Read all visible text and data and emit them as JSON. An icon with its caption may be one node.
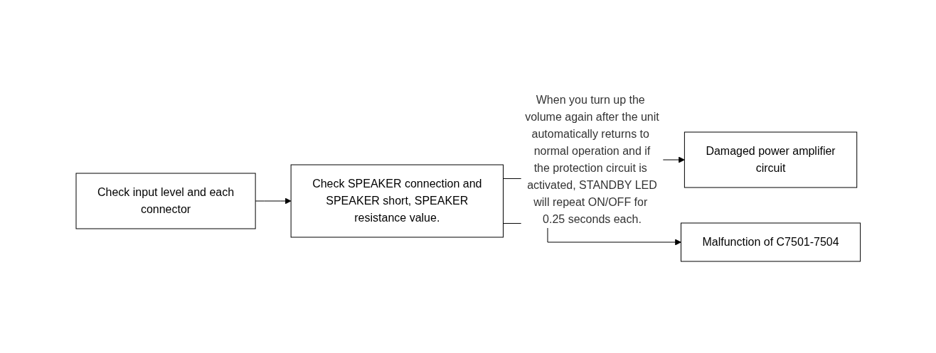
{
  "diagram": {
    "nodes": [
      {
        "text": [
          "Check input level and each connector"
        ]
      },
      {
        "text": [
          "Check SPEAKER connection and SPEAKER short, SPEAKER resistance value."
        ]
      },
      {
        "text": [
          "Damaged power amplifier circuit"
        ]
      },
      {
        "text": [
          "Malfunction of C7501-7504"
        ]
      }
    ],
    "edges": [
      {
        "from": 0,
        "to": 1,
        "arrow": "to"
      },
      {
        "from": 1,
        "to": 2,
        "arrow": "to",
        "label": "When you turn up the volume again after the unit automatically returns to normal operation and if the protection circuit is activated, STANDBY LED will repeat ON/OFF for 0.25 seconds each."
      },
      {
        "from": 1,
        "to": 3,
        "arrow": "to"
      }
    ]
  }
}
